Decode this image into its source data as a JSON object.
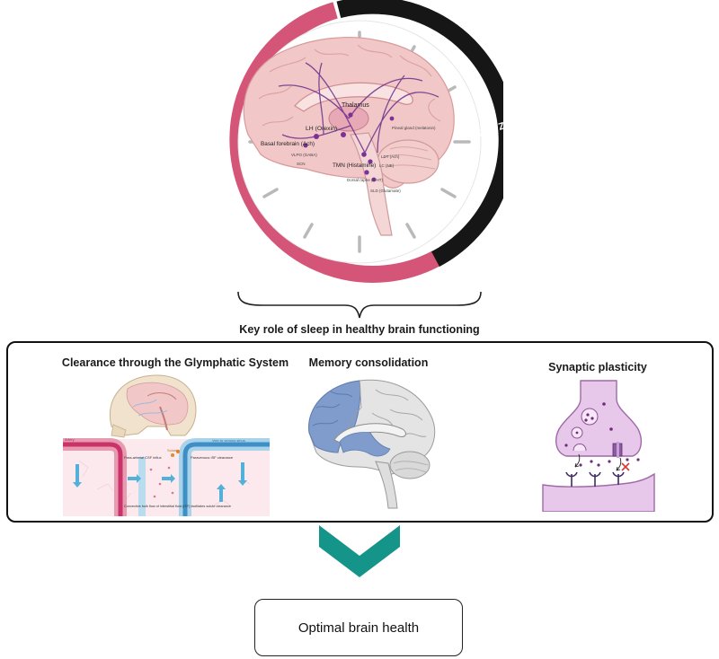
{
  "clock": {
    "sleep_symbol": "Z Z Z",
    "brain_labels": {
      "thalamus": "Thalamus",
      "lh": "LH (Orexin)",
      "basal_forebrain": "Basal forebrain (Ach)",
      "tmn": "TMN (Histamine)",
      "vlpo": "VLPO (GABA)",
      "pineal": "Pineal gland (melatonin)",
      "ldt": "LDT (Ach)",
      "lc": "LC (NE)",
      "raphe": "Dorsal raphe (5-HT)",
      "sld": "SLD (Glutamate)",
      "scn": "SCN"
    }
  },
  "headline": "Key role of sleep in healthy brain functioning",
  "panel": {
    "columns": [
      {
        "title": "Clearance through the Glymphatic System"
      },
      {
        "title": "Memory consolidation"
      },
      {
        "title": "Synaptic plasticity"
      }
    ],
    "glymphatic_labels": {
      "artery": "Artery",
      "vein": "Vein to venous sinus",
      "para_arterial": "Para-arterial CSF influx",
      "paravenous": "Paravenous ISF clearance",
      "convective": "Convective bulk flow of interstitial fluid (ISF) facilitates solute clearance",
      "solutes": "Solutes"
    }
  },
  "outcome": "Optimal brain health",
  "colors": {
    "wake_arc": "#d45577",
    "sleep_arc": "#161616",
    "chevron": "#159589",
    "brain": "#f2c7c7",
    "memory_highlight": "#7f9ccc",
    "synapse": "#e7c8ea"
  }
}
